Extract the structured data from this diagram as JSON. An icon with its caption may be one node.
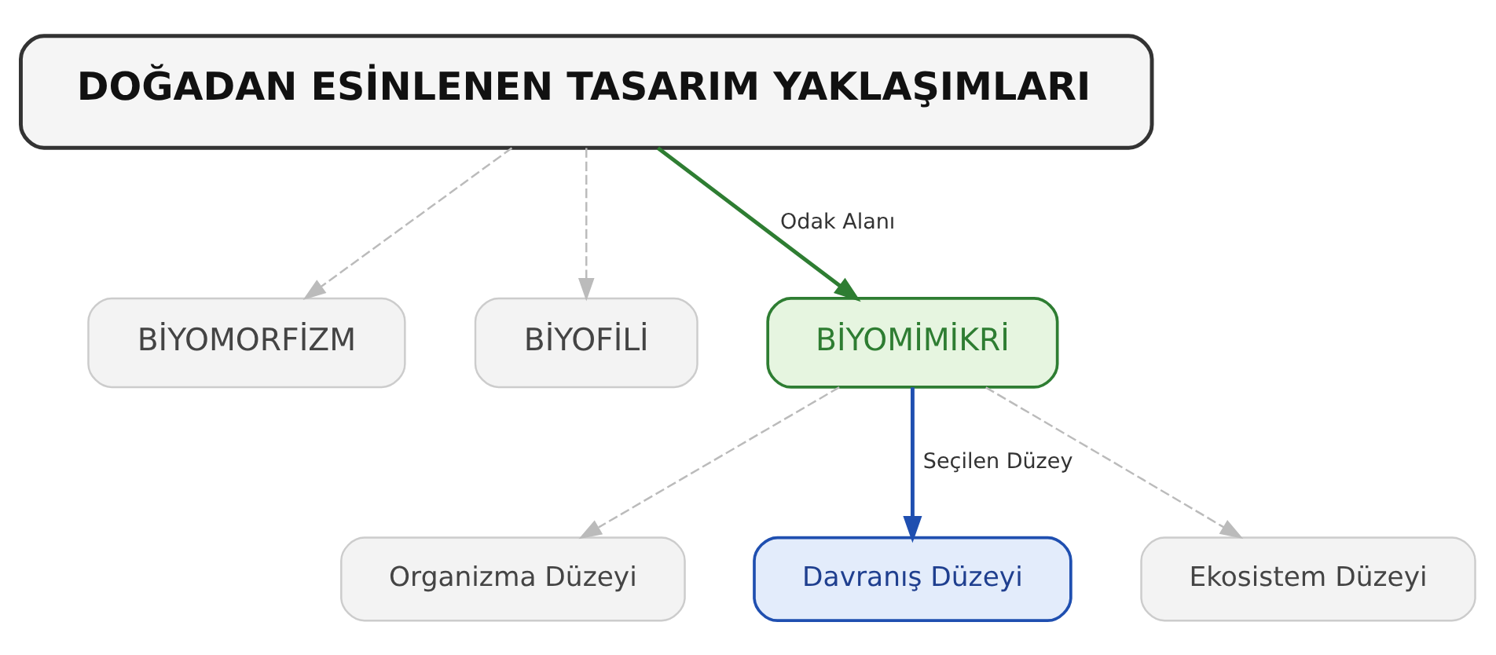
{
  "diagram": {
    "nodes": [
      {
        "text": [
          "DOĞADAN ESİNLENEN TASARIM YAKLAŞIMLARI"
        ]
      },
      {
        "text": [
          "BİYOMORFİZM"
        ]
      },
      {
        "text": [
          "BİYOFİLİ"
        ]
      },
      {
        "text": [
          "BİYOMİMİKRİ"
        ]
      },
      {
        "text": [
          "Organizma Düzeyi"
        ]
      },
      {
        "text": [
          "Davranış Düzeyi"
        ]
      },
      {
        "text": [
          "Ekosistem Düzeyi"
        ]
      }
    ],
    "edges": [
      {
        "from": 0,
        "to": 1,
        "arrow": "to",
        "style": "dashed"
      },
      {
        "from": 0,
        "to": 2,
        "arrow": "to",
        "style": "dashed"
      },
      {
        "from": 0,
        "to": 3,
        "arrow": "to",
        "label": "Odak Alanı",
        "color": "#2e7d32"
      },
      {
        "from": 3,
        "to": 4,
        "arrow": "to",
        "style": "dashed"
      },
      {
        "from": 3,
        "to": 5,
        "arrow": "to",
        "label": "Seçilen Düzey",
        "color": "#1f4fb0"
      },
      {
        "from": 3,
        "to": 6,
        "arrow": "to",
        "style": "dashed"
      }
    ]
  }
}
